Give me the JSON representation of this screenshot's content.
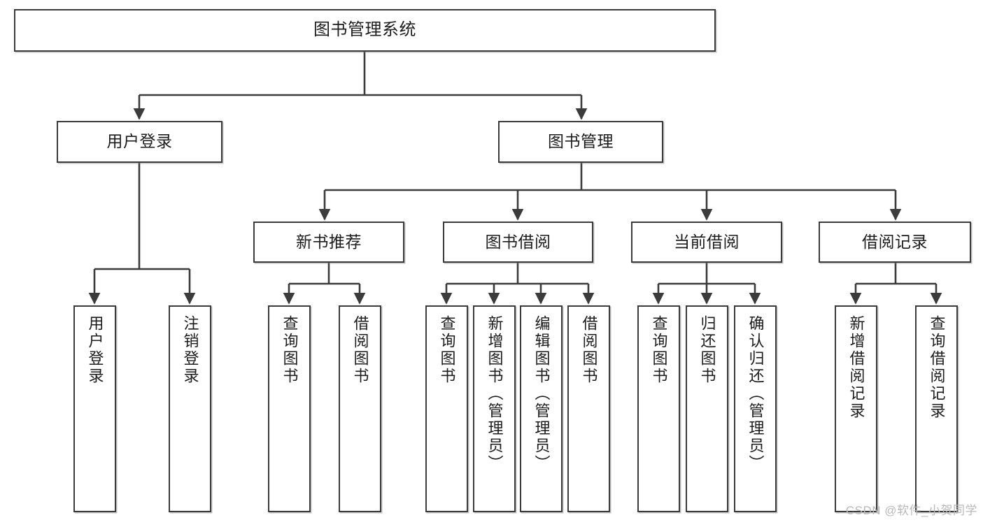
{
  "diagram": {
    "title": "图书管理系统",
    "type": "tree",
    "watermark": "CSDN @软件_小贺同学",
    "colors": {
      "stroke": "#3b3b3b",
      "fill": "#ffffff",
      "text": "#1c1c1c",
      "watermark": "#b9b9b9"
    },
    "levels": {
      "root": "图书管理系统",
      "level2": [
        "用户登录",
        "图书管理"
      ],
      "level3": [
        "新书推荐",
        "图书借阅",
        "当前借阅",
        "借阅记录"
      ],
      "leaves": [
        "用户登录",
        "注销登录",
        "查询图书",
        "借阅图书",
        "查询图书",
        "新增图书（管理员）",
        "编辑图书（管理员）",
        "借阅图书",
        "查询图书",
        "归还图书",
        "确认归还（管理员）",
        "新增借阅记录",
        "查询借阅记录"
      ]
    },
    "nodes": {
      "root": {
        "label": "图书管理系统"
      },
      "user_login": {
        "label": "用户登录"
      },
      "book_manage": {
        "label": "图书管理"
      },
      "new_book_rec": {
        "label": "新书推荐"
      },
      "book_borrow": {
        "label": "图书借阅"
      },
      "current_borrow": {
        "label": "当前借阅"
      },
      "borrow_record": {
        "label": "借阅记录"
      },
      "leaf_user_login": {
        "label": "用户登录"
      },
      "leaf_logout": {
        "label": "注销登录"
      },
      "leaf_query_book_a": {
        "label": "查询图书"
      },
      "leaf_borrow_book_a": {
        "label": "借阅图书"
      },
      "leaf_query_book_b": {
        "label": "查询图书"
      },
      "leaf_add_book": {
        "label": "新增图书（管理员）"
      },
      "leaf_edit_book": {
        "label": "编辑图书（管理员）"
      },
      "leaf_borrow_book_b": {
        "label": "借阅图书"
      },
      "leaf_query_book_c": {
        "label": "查询图书"
      },
      "leaf_return_book": {
        "label": "归还图书"
      },
      "leaf_confirm_return": {
        "label": "确认归还（管理员）"
      },
      "leaf_add_record": {
        "label": "新增借阅记录"
      },
      "leaf_query_record": {
        "label": "查询借阅记录"
      }
    }
  }
}
